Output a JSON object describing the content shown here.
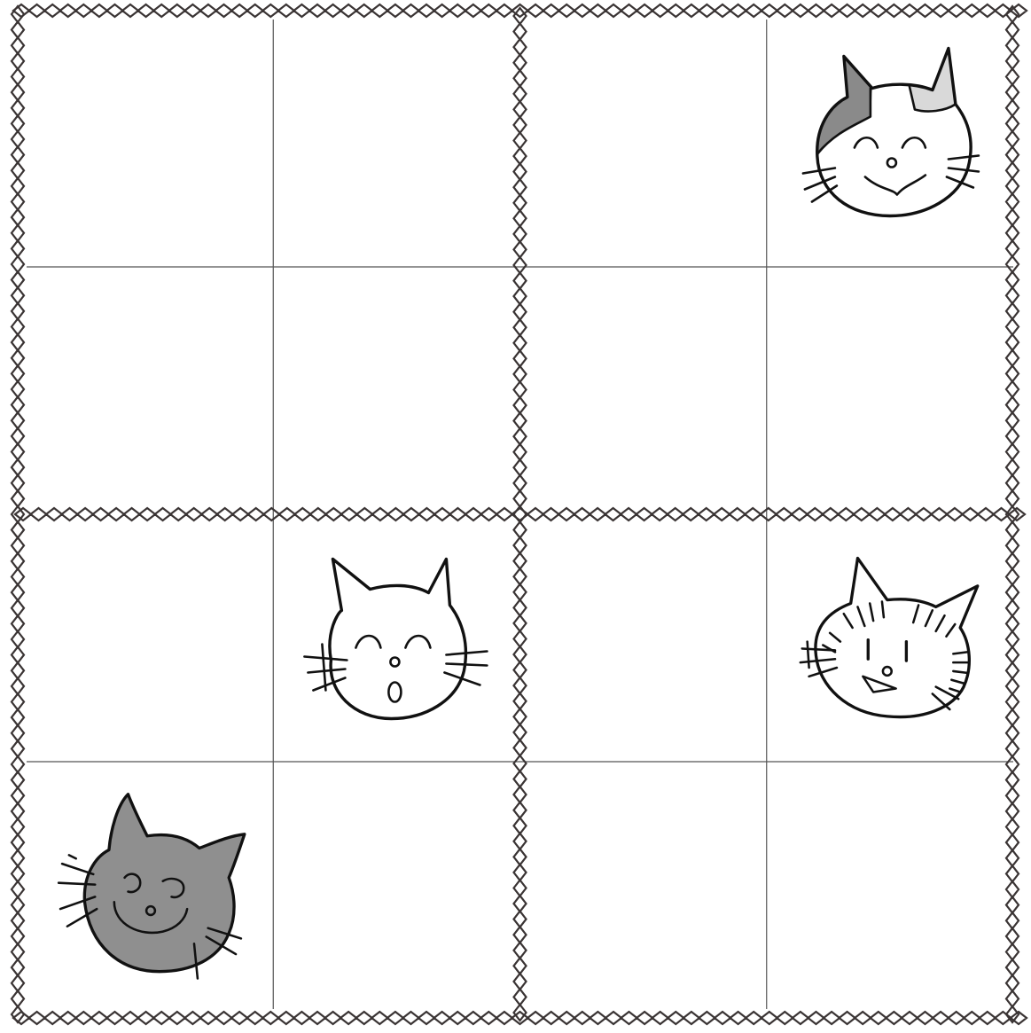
{
  "puzzle": {
    "rows": 4,
    "cols": 4,
    "box_rows": 2,
    "box_cols": 2,
    "cells": [
      [
        null,
        null,
        null,
        "calico-cat-happy"
      ],
      [
        null,
        null,
        null,
        null
      ],
      [
        null,
        "white-cat-surprised",
        null,
        "tabby-cat-smiling"
      ],
      [
        "gray-cat-sleepy",
        null,
        null,
        null
      ]
    ]
  },
  "colors": {
    "background": "#ffffff",
    "grid_line": "#555555",
    "box_border": "#3a3434",
    "outline": "#111111",
    "gray_cat": "#8f8f8f",
    "calico_dark_patch": "#8a8a8a",
    "calico_light_patch": "#d9d9d9"
  }
}
